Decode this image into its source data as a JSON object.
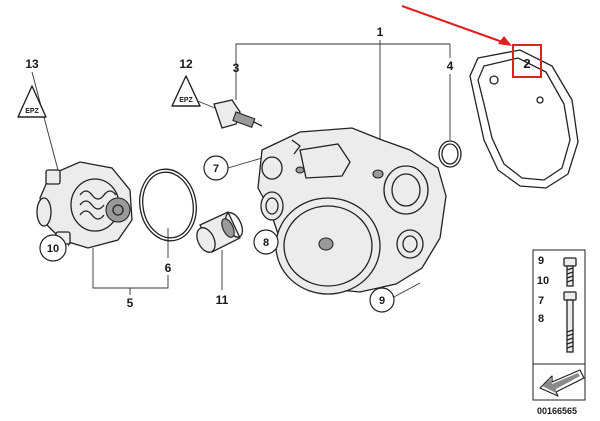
{
  "callouts": {
    "c1": "1",
    "c2": "2",
    "c3": "3",
    "c4": "4",
    "c5": "5",
    "c6": "6",
    "c7": "7",
    "c8": "8",
    "c9": "9",
    "c10": "10",
    "c11": "11",
    "c12": "12",
    "c13": "13"
  },
  "warning_symbols": {
    "left": "EPZ",
    "right": "EPZ"
  },
  "legend": {
    "row1": "9",
    "row2": "10",
    "row3": "7",
    "row4": "8"
  },
  "diagram_id": "00166565",
  "colors": {
    "highlight": "#e02020",
    "ink": "#222222",
    "part_fill": "#ececec"
  }
}
